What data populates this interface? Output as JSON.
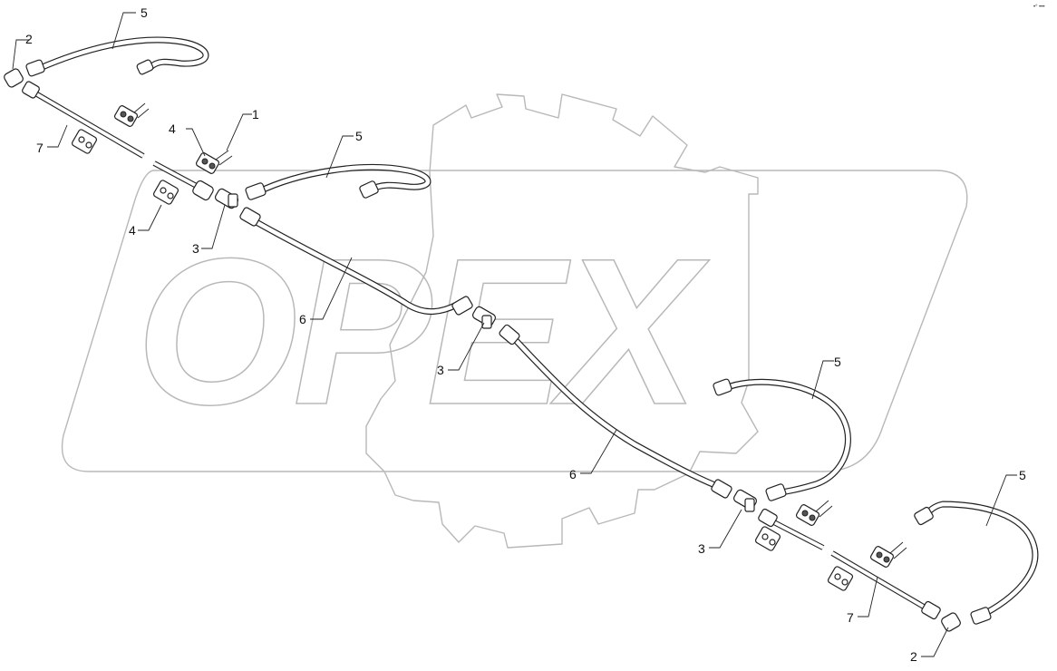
{
  "watermark_text": "OPEX",
  "corner_mark": "•° •••",
  "callouts": [
    "2",
    "5",
    "7",
    "4",
    "1",
    "5",
    "4",
    "3",
    "6",
    "3",
    "5",
    "6",
    "3",
    "5",
    "7",
    "2"
  ]
}
